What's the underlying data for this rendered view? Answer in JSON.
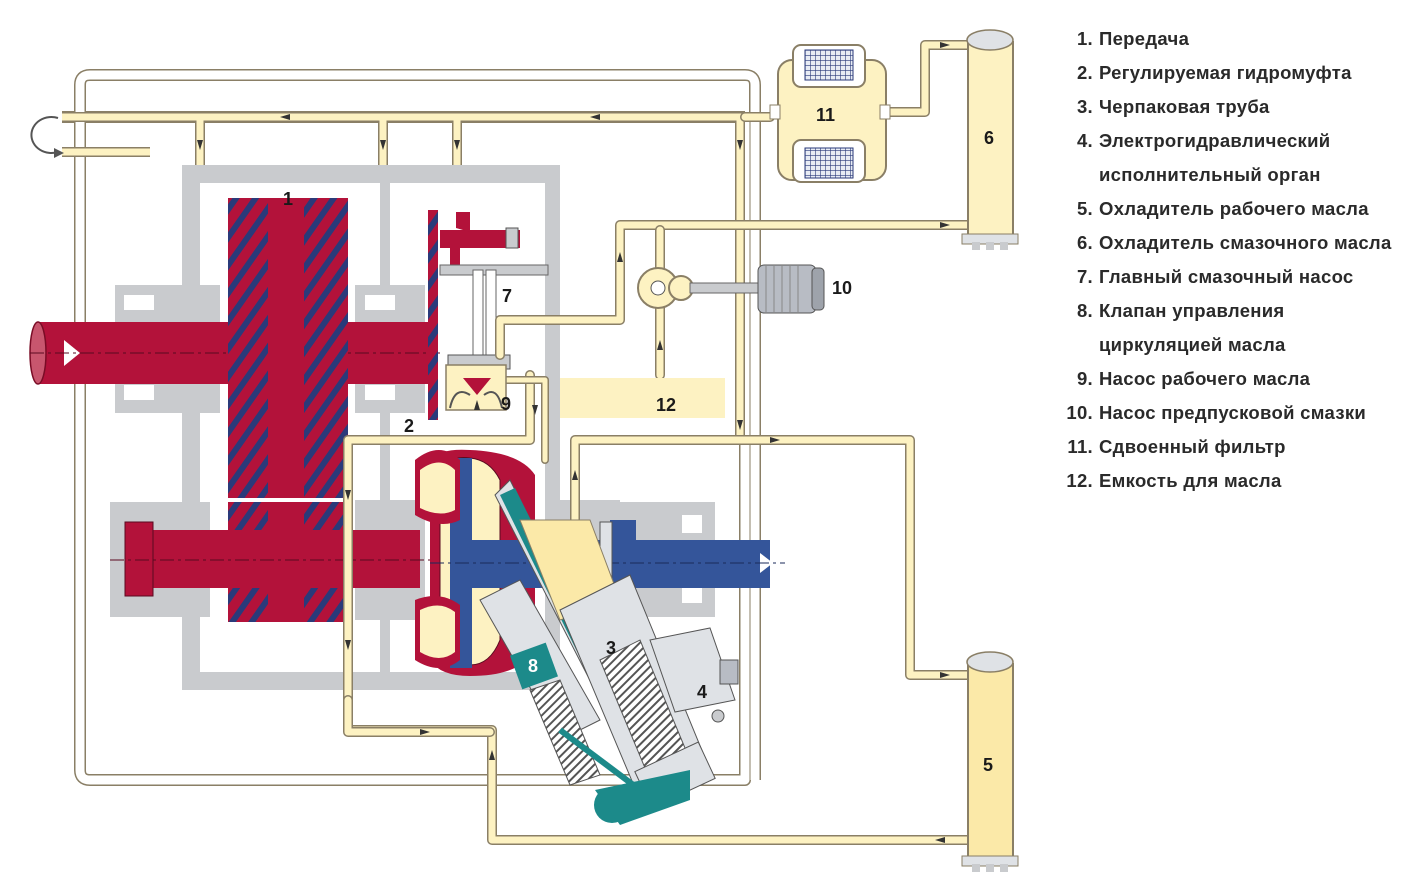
{
  "legend": [
    {
      "num": "1.",
      "text": "Передача"
    },
    {
      "num": "2.",
      "text": "Регулируемая гидромуфта"
    },
    {
      "num": "3.",
      "text": "Черпаковая труба"
    },
    {
      "num": "4.",
      "text": "Электрогидравлический исполнительный орган"
    },
    {
      "num": "5.",
      "text": "Охладитель рабочего масла"
    },
    {
      "num": "6.",
      "text": "Охладитель смазочного масла"
    },
    {
      "num": "7.",
      "text": "Главный смазочный насос"
    },
    {
      "num": "8.",
      "text": "Клапан управления циркуляцией масла"
    },
    {
      "num": "9.",
      "text": "Насос рабочего масла"
    },
    {
      "num": "10.",
      "text": "Насос предпусковой смазки"
    },
    {
      "num": "11.",
      "text": "Сдвоенный фильтр"
    },
    {
      "num": "12.",
      "text": "Емкость для масла"
    }
  ],
  "callouts": {
    "c1": "1",
    "c2": "2",
    "c3": "3",
    "c4": "4",
    "c5": "5",
    "c6": "6",
    "c7": "7",
    "c8": "8",
    "c9": "9",
    "c10": "10",
    "c11": "11",
    "c12": "12"
  },
  "colors": {
    "oil_line": "#fdf2c2",
    "oil_line_outline": "#8a7f66",
    "housing": "#c9cbce",
    "gear_red": "#b3123a",
    "gear_stripe": "#2a3a7a",
    "output_shaft_blue": "#34559a",
    "scoop_tube_teal": "#1c8a8a",
    "cooler_yellow": "#fbe9a8"
  }
}
